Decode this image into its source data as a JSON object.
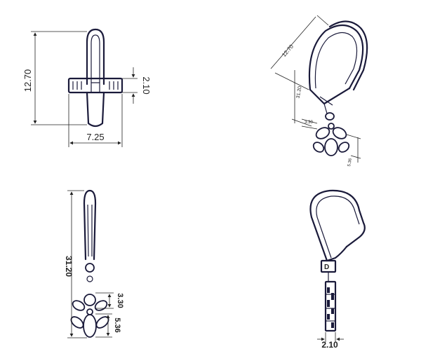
{
  "views": {
    "top_left": {
      "height_dim": "12.70",
      "width_dim": "7.25",
      "side_dim": "2.10"
    },
    "top_right": {
      "hoop_dim": "12.70",
      "length_dim": "31.20",
      "top_small": "3.30",
      "bottom_small": "5.36"
    },
    "bottom_left": {
      "total_dim": "31.20",
      "charm_dim": "3.30",
      "drop_dim": "5.36"
    },
    "bottom_right": {
      "thickness_dim": "2.10"
    }
  }
}
